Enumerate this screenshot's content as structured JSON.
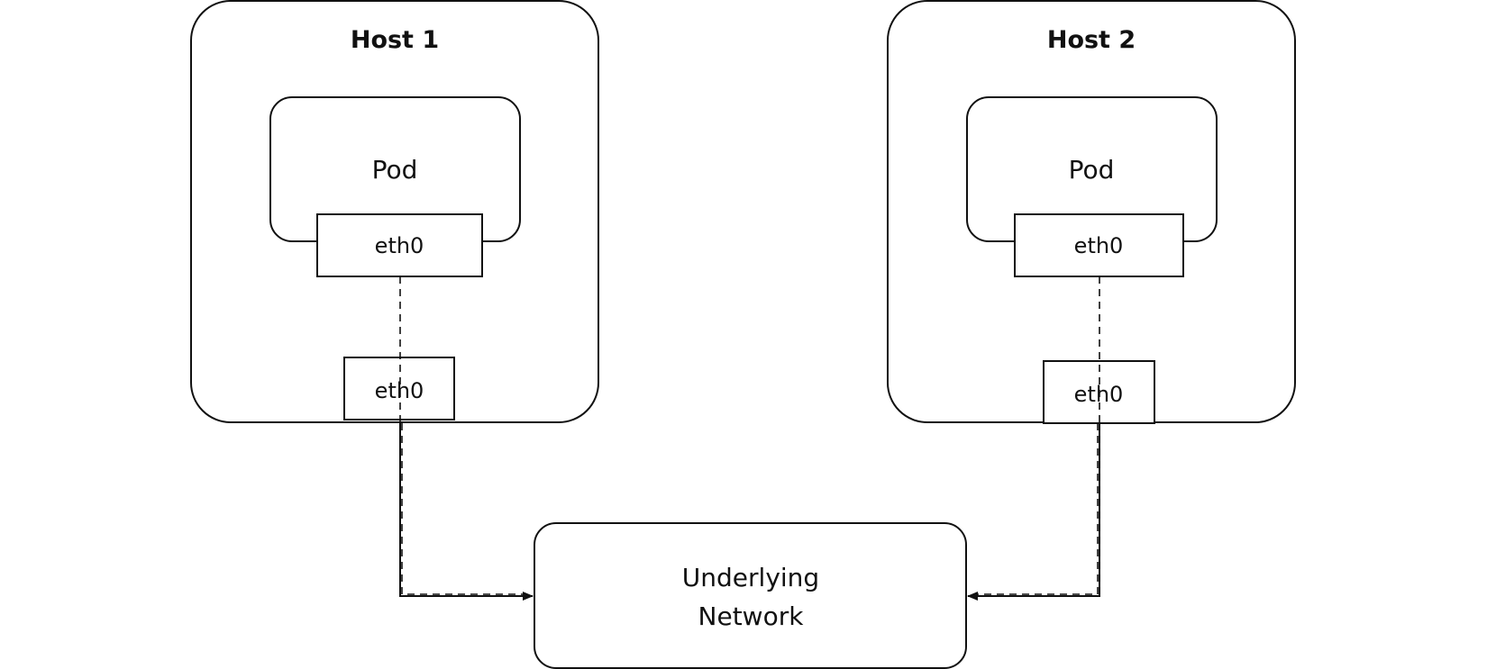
{
  "hosts": [
    {
      "title": "Host 1",
      "pod_label": "Pod",
      "pod_interface": "eth0",
      "host_interface": "eth0"
    },
    {
      "title": "Host 2",
      "pod_label": "Pod",
      "pod_interface": "eth0",
      "host_interface": "eth0"
    }
  ],
  "network": {
    "line1": "Underlying",
    "line2": "Network"
  },
  "colors": {
    "stroke": "#111111",
    "background": "#ffffff"
  }
}
